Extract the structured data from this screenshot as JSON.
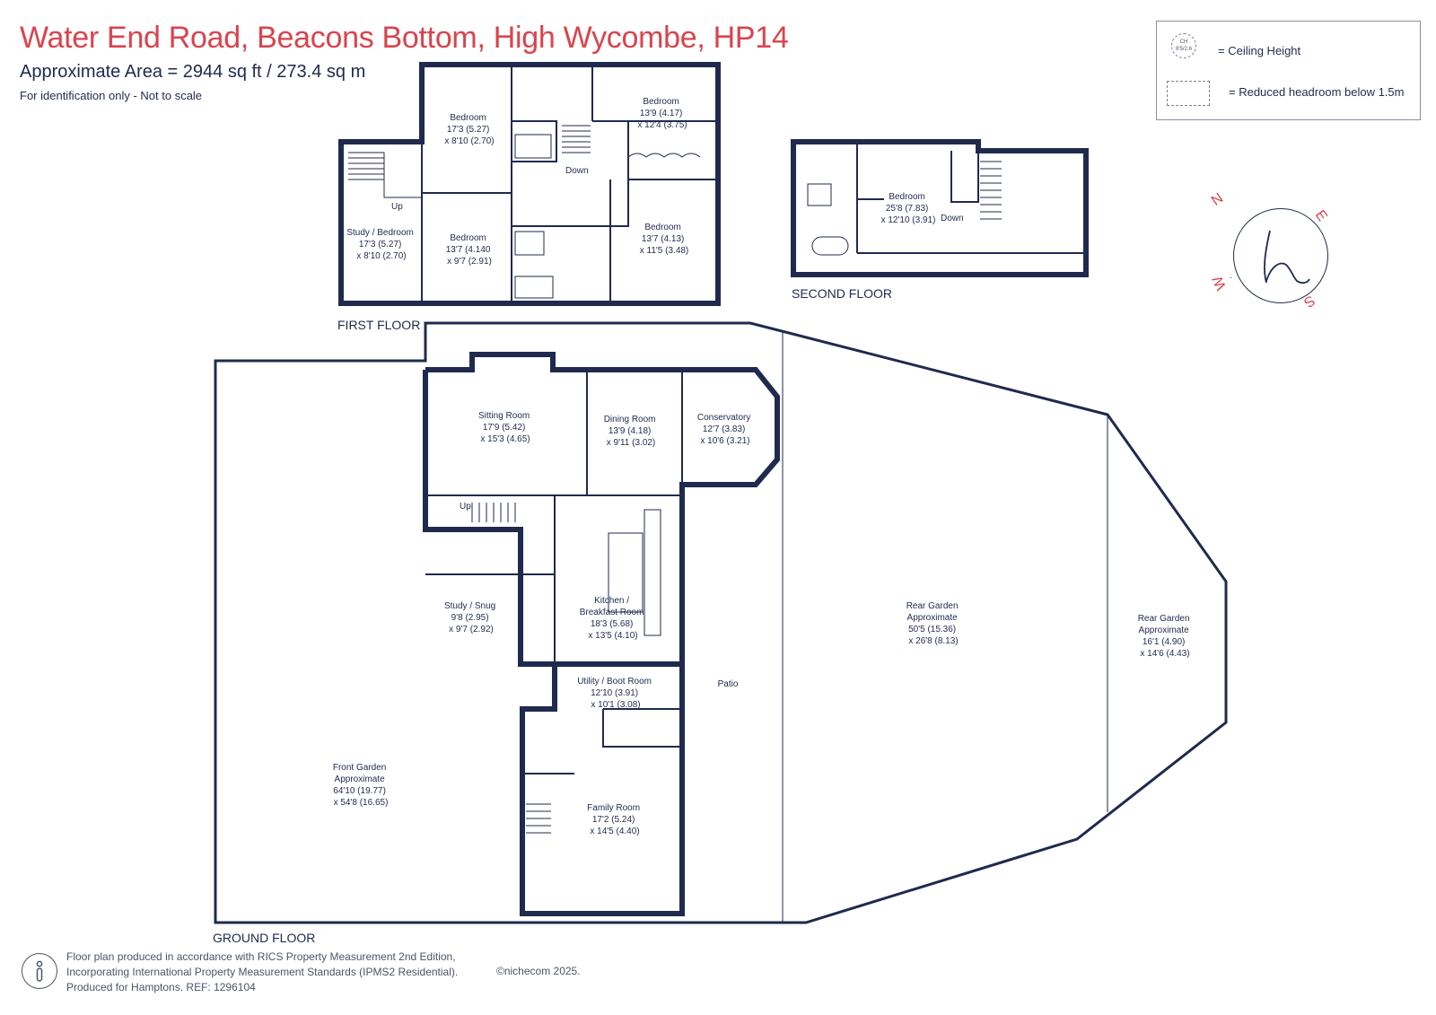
{
  "header": {
    "title": "Water End Road, Beacons Bottom, High Wycombe, HP14",
    "area": "Approximate Area =  2944 sq ft / 273.4 sq m",
    "note": "For identification only - Not to scale"
  },
  "legend": {
    "ceiling_symbol": "CH 8'5/2.6",
    "ceiling_label": "= Ceiling Height",
    "reduced_label": "= Reduced headroom below 1.5m"
  },
  "compass": {
    "n": "N",
    "e": "E",
    "s": "S",
    "w": "W",
    "logo": "h"
  },
  "floors": {
    "first": "FIRST FLOOR",
    "second": "SECOND FLOOR",
    "ground": "GROUND FLOOR"
  },
  "rooms": {
    "first_bed_a": [
      "Bedroom",
      "17'3 (5.27)",
      "x 8'10 (2.70)"
    ],
    "first_bed_b": [
      "Bedroom",
      "13'9 (4.17)",
      "x 12'4 (3.75)"
    ],
    "first_study": [
      "Study / Bedroom",
      "17'3 (5.27)",
      "x 8'10 (2.70)"
    ],
    "first_bed_c": [
      "Bedroom",
      "13'7 (4.140",
      "x 9'7 (2.91)"
    ],
    "first_bed_d": [
      "Bedroom",
      "13'7 (4.13)",
      "x 11'5 (3.48)"
    ],
    "second_bed": [
      "Bedroom",
      "25'8 (7.83)",
      "x 12'10 (3.91)"
    ],
    "sitting": [
      "Sitting Room",
      "17'9 (5.42)",
      "x 15'3 (4.65)"
    ],
    "dining": [
      "Dining Room",
      "13'9 (4.18)",
      "x 9'11 (3.02)"
    ],
    "conservatory": [
      "Conservatory",
      "12'7 (3.83)",
      "x 10'6 (3.21)"
    ],
    "snug": [
      "Study / Snug",
      "9'8 (2.95)",
      "x 9'7 (2.92)"
    ],
    "kitchen": [
      "Kitchen /",
      "Breakfast Room",
      "18'3 (5.68)",
      "x 13'5 (4.10)"
    ],
    "utility": [
      "Utility / Boot Room",
      "12'10 (3.91)",
      "x 10'1 (3.08)"
    ],
    "family": [
      "Family Room",
      "17'2 (5.24)",
      "x 14'5 (4.40)"
    ],
    "front_garden": [
      "Front Garden",
      "Approximate",
      "64'10 (19.77)",
      "x 54'8 (16.65)"
    ],
    "rear_garden_a": [
      "Rear Garden",
      "Approximate",
      "50'5 (15.36)",
      "x 26'8 (8.13)"
    ],
    "rear_garden_b": [
      "Rear Garden",
      "Approximate",
      "16'1 (4.90)",
      "x 14'6 (4.43)"
    ],
    "patio": [
      "Patio"
    ]
  },
  "stairs": {
    "up": "Up",
    "down": "Down"
  },
  "footer": {
    "line1": "Floor plan produced in accordance with RICS Property Measurement 2nd Edition,",
    "line2": "Incorporating International Property Measurement Standards (IPMS2 Residential).",
    "line3": "Produced for Hamptons.   REF: 1296104",
    "copyright": "©nichecom 2025."
  },
  "colors": {
    "wall": "#1f2a4e",
    "title": "#d9444e",
    "compass_letters": "#d9444e"
  },
  "icons": [
    "info-icon",
    "compass-logo-icon"
  ]
}
